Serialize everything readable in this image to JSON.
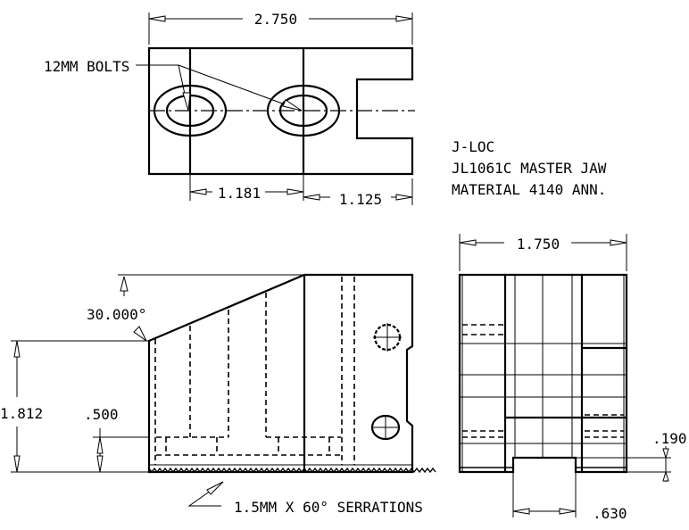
{
  "dimensions": {
    "top_width": "2.750",
    "bolt_spacing": "1.181",
    "slot_offset": "1.125",
    "end_width": "1.750",
    "height": "1.812",
    "serration_height": ".500",
    "angle": "30.000°",
    "key_depth": ".190",
    "key_width": ".630"
  },
  "notes": {
    "bolts": "12MM BOLTS",
    "serrations": "1.5MM X 60° SERRATIONS"
  },
  "title_block": {
    "line1": "J-LOC",
    "line2": "JL1061C MASTER JAW",
    "line3": "MATERIAL  4140 ANN."
  }
}
